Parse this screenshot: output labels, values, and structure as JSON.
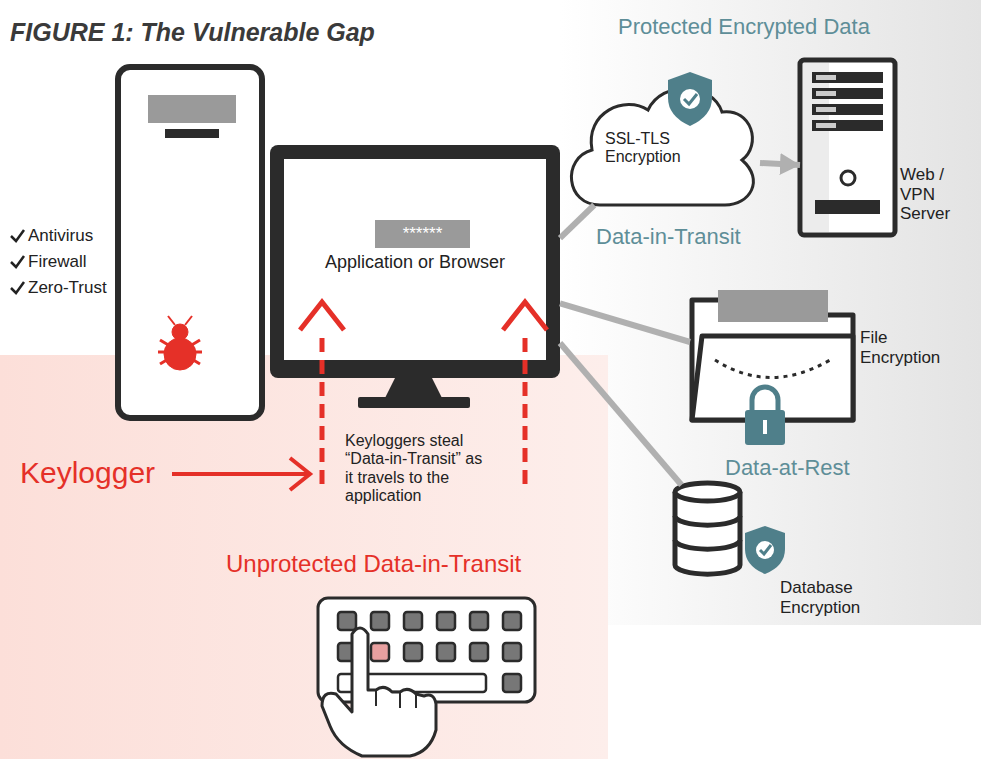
{
  "diagram": {
    "title": "FIGURE 1: The Vulnerable Gap",
    "nodes": [
      {
        "text": [
          "Application or Browser"
        ]
      },
      {
        "text": [
          "******"
        ],
        "in": 0
      },
      {
        "text": [
          "SSL-TLS Encryption"
        ]
      },
      {
        "text": [
          "Web / VPN Server"
        ]
      },
      {
        "text": [
          "File Encryption"
        ]
      },
      {
        "text": [
          "Database Encryption"
        ]
      }
    ],
    "edges": [
      {
        "from": 0,
        "to": 2,
        "arrow": "none"
      },
      {
        "from": 2,
        "to": 3,
        "arrow": "to"
      },
      {
        "from": 0,
        "to": 4,
        "arrow": "none"
      },
      {
        "from": 0,
        "to": 5,
        "arrow": "none"
      }
    ],
    "labels": [
      "Protected Encrypted Data",
      "Antivirus",
      "Firewall",
      "Zero-Trust",
      "Data-in-Transit",
      "Data-at-Rest",
      "Keylogger",
      "Keyloggers steal “Data-in-Transit” as it travels to the application",
      "Unprotected Data-in-Transit"
    ]
  }
}
